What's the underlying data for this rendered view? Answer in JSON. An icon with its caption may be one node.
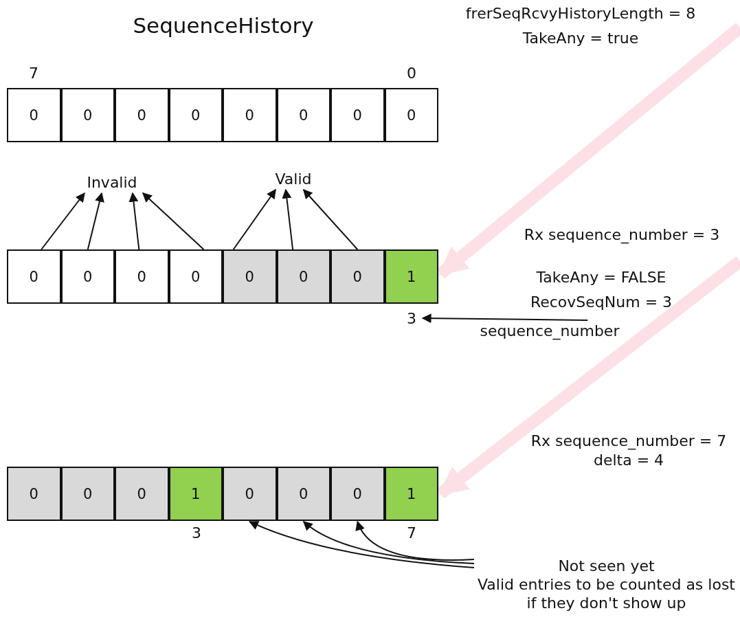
{
  "diagram": {
    "title": "SequenceHistory",
    "nodes": [
      {
        "text": [
          "0"
        ]
      },
      {
        "text": [
          "0"
        ]
      },
      {
        "text": [
          "0"
        ]
      },
      {
        "text": [
          "0"
        ]
      },
      {
        "text": [
          "0"
        ]
      },
      {
        "text": [
          "0"
        ]
      },
      {
        "text": [
          "0"
        ]
      },
      {
        "text": [
          "0"
        ]
      },
      {
        "text": [
          "Invalid"
        ]
      },
      {
        "text": [
          "Valid"
        ]
      },
      {
        "text": [
          "0"
        ]
      },
      {
        "text": [
          "0"
        ]
      },
      {
        "text": [
          "0"
        ]
      },
      {
        "text": [
          "0"
        ]
      },
      {
        "text": [
          "0"
        ]
      },
      {
        "text": [
          "0"
        ]
      },
      {
        "text": [
          "0"
        ]
      },
      {
        "text": [
          "1"
        ]
      },
      {
        "text": [
          "3"
        ]
      },
      {
        "text": [
          "sequence_number"
        ]
      },
      {
        "text": [
          "0"
        ]
      },
      {
        "text": [
          "0"
        ]
      },
      {
        "text": [
          "0"
        ]
      },
      {
        "text": [
          "1"
        ]
      },
      {
        "text": [
          "0"
        ]
      },
      {
        "text": [
          "0"
        ]
      },
      {
        "text": [
          "0"
        ]
      },
      {
        "text": [
          "1"
        ]
      },
      {
        "text": [
          "Not seen yet",
          "Valid entries to be counted as lost if they don't show up"
        ]
      }
    ],
    "edges": [
      {
        "from": 10,
        "to": 8,
        "arrow": "to"
      },
      {
        "from": 11,
        "to": 8,
        "arrow": "to"
      },
      {
        "from": 12,
        "to": 8,
        "arrow": "to"
      },
      {
        "from": 13,
        "to": 8,
        "arrow": "to"
      },
      {
        "from": 14,
        "to": 9,
        "arrow": "to"
      },
      {
        "from": 15,
        "to": 9,
        "arrow": "to"
      },
      {
        "from": 16,
        "to": 9,
        "arrow": "to"
      },
      {
        "from": 19,
        "to": 18,
        "arrow": "to"
      },
      {
        "from": null,
        "to": 17,
        "arrow": "to",
        "style": "thick",
        "color": "#fde0e5"
      },
      {
        "from": null,
        "to": 27,
        "arrow": "to",
        "style": "thick",
        "color": "#fde0e5"
      },
      {
        "from": 28,
        "to": 24,
        "arrow": "to"
      },
      {
        "from": 28,
        "to": 25,
        "arrow": "to"
      },
      {
        "from": 28,
        "to": 26,
        "arrow": "to"
      }
    ],
    "labels": [
      "frerSeqRcvyHistoryLength = 8",
      "TakeAny = true",
      "7",
      "0",
      "Rx sequence_number = 3",
      "TakeAny = FALSE",
      "RecovSeqNum = 3",
      "Rx sequence_number = 7",
      "delta = 4",
      "3",
      "7"
    ]
  }
}
